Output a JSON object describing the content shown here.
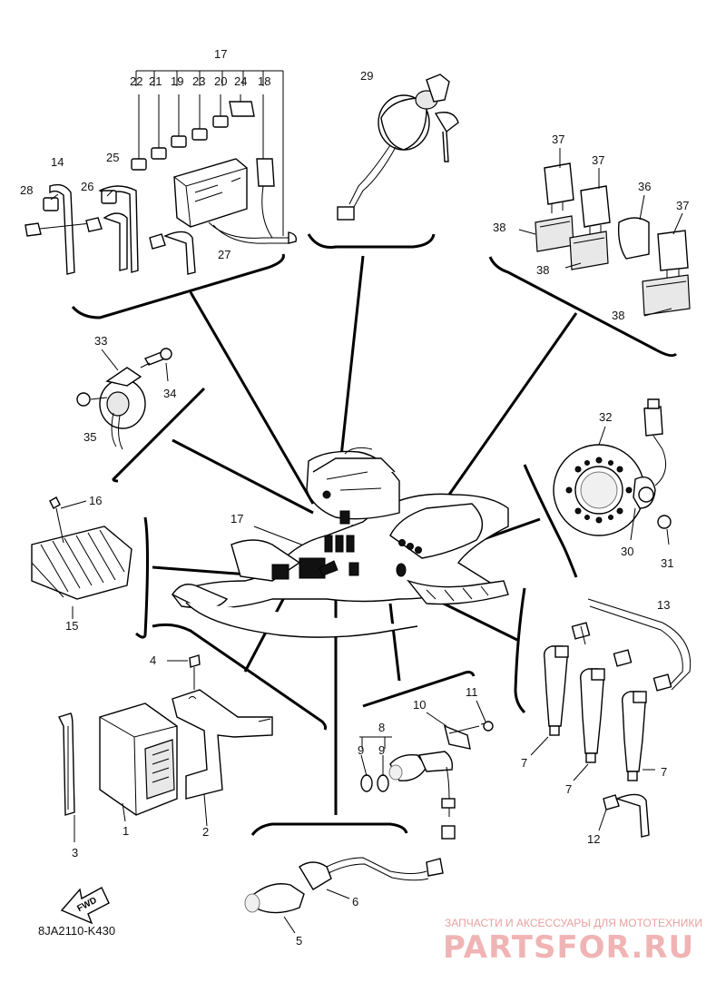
{
  "diagram": {
    "code": "8JA2110-K430",
    "fwd_label": "FWD",
    "watermark": {
      "caption": "ЗАПЧАСТИ И АКСЕССУАРЫ ДЛЯ МОТОТЕХНИКИ",
      "brand": "PARTSFOR.RU"
    },
    "parts": {
      "p1": "1",
      "p2": "2",
      "p3": "3",
      "p4": "4",
      "p5": "5",
      "p6": "6",
      "p7a": "7",
      "p7b": "7",
      "p7c": "7",
      "p8": "8",
      "p9a": "9",
      "p9b": "9",
      "p10": "10",
      "p11": "11",
      "p12": "12",
      "p13": "13",
      "p14": "14",
      "p15": "15",
      "p16": "16",
      "p17a": "17",
      "p17b": "17",
      "p18": "18",
      "p19": "19",
      "p20": "20",
      "p21": "21",
      "p22": "22",
      "p23": "23",
      "p24": "24",
      "p25": "25",
      "p26": "26",
      "p27": "27",
      "p28": "28",
      "p29": "29",
      "p30": "30",
      "p31": "31",
      "p32": "32",
      "p33": "33",
      "p34": "34",
      "p35": "35",
      "p36": "36",
      "p37a": "37",
      "p37b": "37",
      "p37c": "37",
      "p38a": "38",
      "p38b": "38",
      "p38c": "38"
    }
  }
}
